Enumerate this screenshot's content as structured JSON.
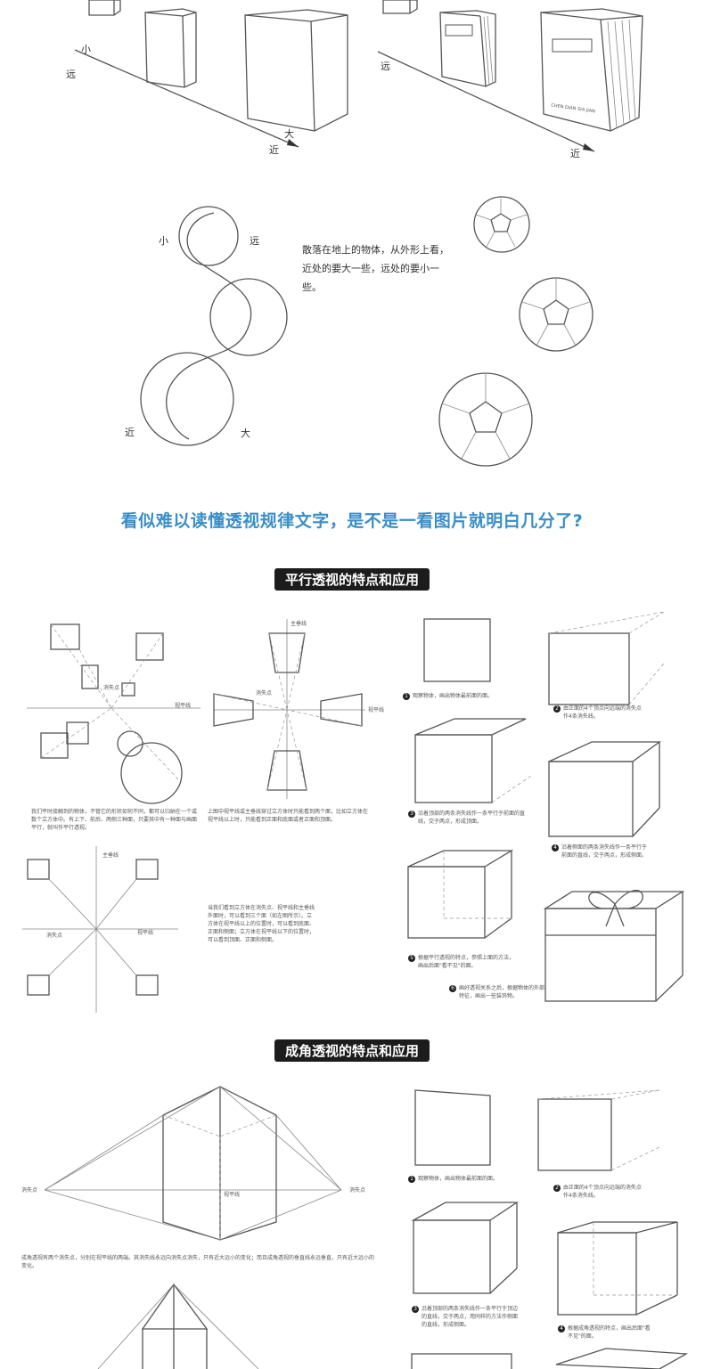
{
  "top": {
    "left_small": "小",
    "left_far": "远",
    "left_big": "大",
    "left_near": "近",
    "right_far": "远",
    "right_near": "近",
    "spine_text": "CHEN DIAN SHI JIAN"
  },
  "balls": {
    "label_small": "小",
    "label_far": "远",
    "label_near": "近",
    "label_big": "大",
    "caption": "散落在地上的物体，从外形上看，近处的要大一些，远处的要小一些。"
  },
  "headline": "看似难以读懂透视规律文字，是不是一看图片就明白几分了?",
  "parallel": {
    "title": "平行透视的特点和应用",
    "d1_vp": "消失点",
    "d1_hl": "视平线",
    "d1_text": "我们平时接触到的物体，不管它的形状如何不同，都可以归纳在一个或数个立方体中。有上下、前后、两侧三种面，只要其中有一种面与画面平行，就叫作平行透视。",
    "d2_main": "主垂线",
    "d2_vp": "消失点",
    "d2_hl": "视平线",
    "d2_text": "上图中视平线或主垂线穿过立方体时只能看到两个面，比如立方体在视平线以上时，只能看到正面和底面或者正面和顶面。",
    "d3_main": "主垂线",
    "d3_vp": "消失点",
    "d3_hl": "视平线",
    "d3_text": "当我们看到立方体在消失点、视平线和主垂线外面时，可以看到三个面（如左图所示）。立方体在视平线以上的位置时，可以看到底面、正面和侧面；立方体在视平线以下的位置时，可以看到顶面、正面和侧面。",
    "steps": [
      {
        "n": "1",
        "text": "观察物体，画出物体最前面的面。"
      },
      {
        "n": "2",
        "text": "由正面的4个顶点向远端的消失点作4条消失线。"
      },
      {
        "n": "3",
        "text": "沿着顶部的两条消失线作一条平行于前面的直线，交于两点，形成顶面。"
      },
      {
        "n": "4",
        "text": "沿着侧面的两条消失线作一条平行于前面的直线，交于两点，形成侧面。"
      },
      {
        "n": "5",
        "text": "根据平行透视的特点，参照上面的方法，画出后面\"看不见\"的面。"
      },
      {
        "n": "6",
        "text": "画好透视关系之后，根据物体的外部特征，画出一些装饰物。"
      }
    ]
  },
  "angular": {
    "title": "成角透视的特点和应用",
    "vp_left": "消失点",
    "vp_right": "消失点",
    "hl": "视平线",
    "text": "成角透视有两个消失点，分别在视平线的两端。其消失线永远向消失点消失，只有近大远小的变化；而且成角透视的垂直线永远垂直，只有近大远小的变化。",
    "steps": [
      {
        "n": "1",
        "text": "观察物体，画出物体最前面的面。"
      },
      {
        "n": "2",
        "text": "由正面的4个顶点向远端的消失点作4条消失线。"
      },
      {
        "n": "3",
        "text": "沿着顶部的两条消失线作一条平行于顶边的直线，交于两点，用同样的方法作侧面的直线，形成侧面。"
      },
      {
        "n": "4",
        "text": "根据成角透视的特点，画出后面\"看不见\"的面。"
      }
    ]
  }
}
